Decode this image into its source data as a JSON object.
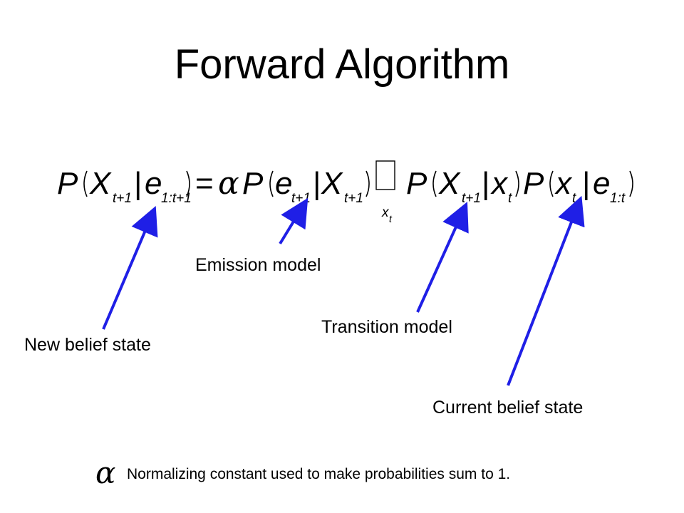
{
  "slide": {
    "title": "Forward Algorithm",
    "equation": {
      "P1": "P",
      "X1": "X",
      "sub_t1a": "t+1",
      "bar1": "|",
      "e1": "e",
      "sub_1t1": "1:t+1",
      "equals": "=",
      "alpha": "α",
      "P2": "P",
      "e2": "e",
      "sub_t1b": "t+1",
      "bar2": "|",
      "X2": "X",
      "sub_t1c": "t+1",
      "sum_glyph": "□",
      "sum_index_x": "x",
      "sum_index_t": "t",
      "P3": "P",
      "X3": "X",
      "sub_t1d": "t+1",
      "bar3": "|",
      "x4": "x",
      "sub_t4": "t",
      "P4": "P",
      "x5": "x",
      "sub_t5": "t",
      "bar4": "|",
      "e5": "e",
      "sub_1t": "1:t"
    },
    "labels": {
      "emission": "Emission model",
      "transition": "Transition model",
      "new_belief": "New belief state",
      "current_belief": "Current belief state"
    },
    "footnote": {
      "alpha_symbol": "α",
      "text": "Normalizing constant used to make probabilities sum to 1."
    },
    "colors": {
      "arrow": "#1f1fe6",
      "text": "#000000"
    }
  }
}
